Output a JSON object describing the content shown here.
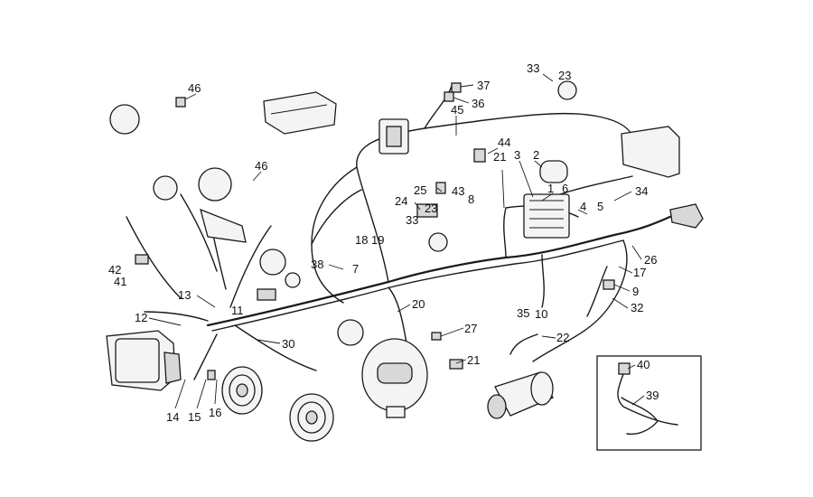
{
  "callouts": [
    "46",
    "46",
    "37",
    "36",
    "45",
    "33",
    "23",
    "44",
    "2",
    "3",
    "21",
    "1",
    "6",
    "5",
    "34",
    "25",
    "43",
    "8",
    "24",
    "33",
    "23",
    "4",
    "18",
    "19",
    "42",
    "41",
    "38",
    "7",
    "26",
    "17",
    "9",
    "13",
    "12",
    "11",
    "20",
    "35",
    "10",
    "32",
    "30",
    "27",
    "22",
    "21",
    "14",
    "15",
    "16",
    "40",
    "39"
  ]
}
